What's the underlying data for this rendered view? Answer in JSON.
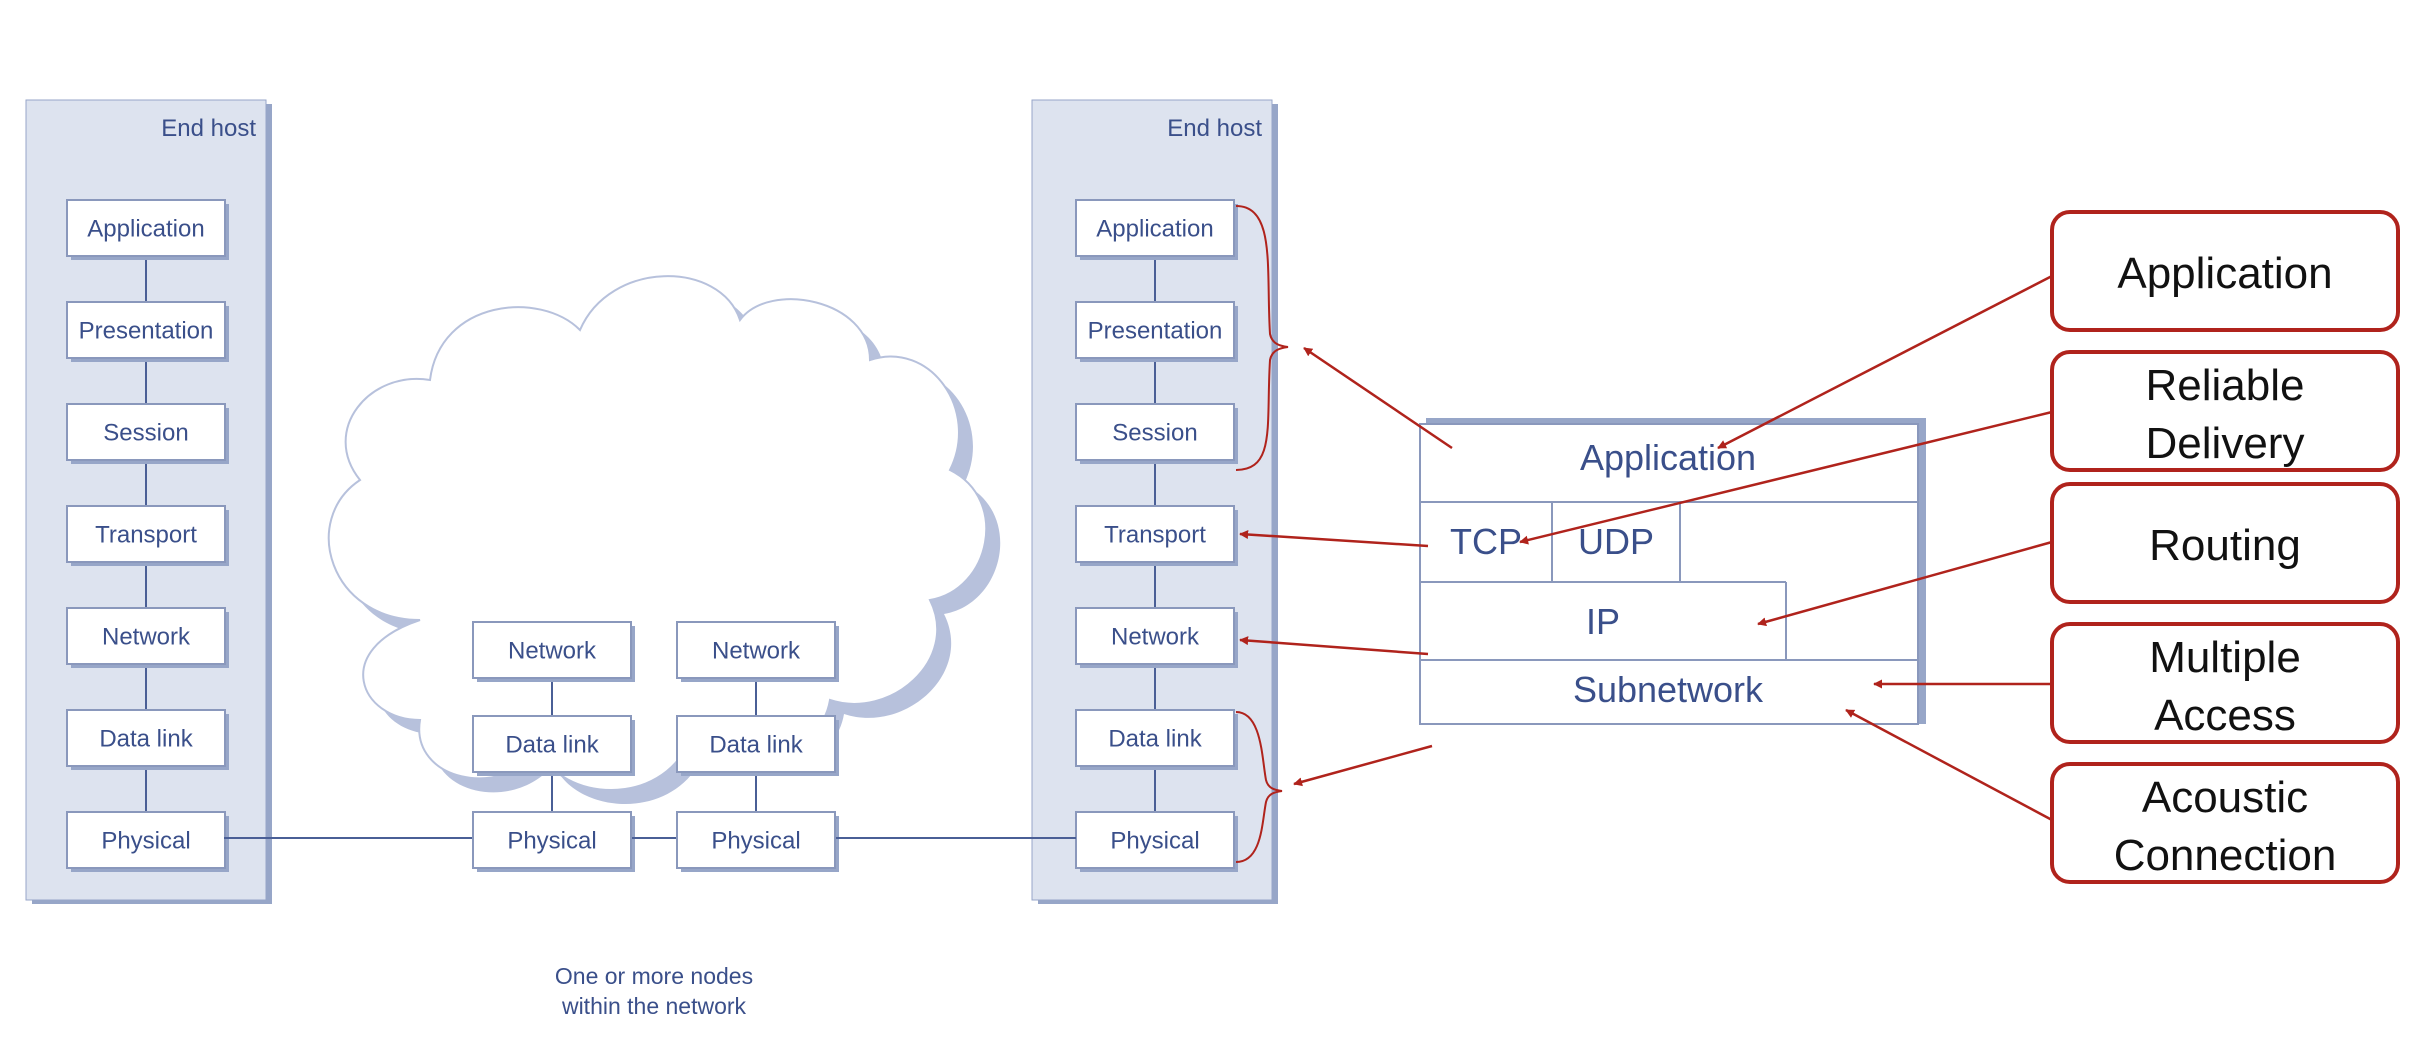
{
  "left_host": {
    "title": "End host",
    "layers": [
      "Application",
      "Presentation",
      "Session",
      "Transport",
      "Network",
      "Data link",
      "Physical"
    ]
  },
  "right_host": {
    "title": "End host",
    "layers": [
      "Application",
      "Presentation",
      "Session",
      "Transport",
      "Network",
      "Data link",
      "Physical"
    ]
  },
  "network": {
    "node_a": [
      "Network",
      "Data link",
      "Physical"
    ],
    "node_b": [
      "Network",
      "Data link",
      "Physical"
    ],
    "caption_line1": "One or more nodes",
    "caption_line2": "within the network"
  },
  "internet_stack": {
    "application": "Application",
    "tcp": "TCP",
    "udp": "UDP",
    "ip": "IP",
    "subnetwork": "Subnetwork"
  },
  "functions": [
    {
      "line1": "Application",
      "line2": ""
    },
    {
      "line1": "Reliable",
      "line2": "Delivery"
    },
    {
      "line1": "Routing",
      "line2": ""
    },
    {
      "line1": "Multiple",
      "line2": "Access"
    },
    {
      "line1": "Acoustic",
      "line2": "Connection"
    }
  ],
  "colors": {
    "panel_fill": "#dde3ef",
    "panel_shadow": "#97a6c8",
    "box_border": "#8a98bc",
    "box_text": "#3a4f8a",
    "connector": "#4a5f96",
    "accent_red": "#b0231c",
    "cloud_fill": "#ffffff",
    "cloud_shadow": "#b7c1dc"
  }
}
